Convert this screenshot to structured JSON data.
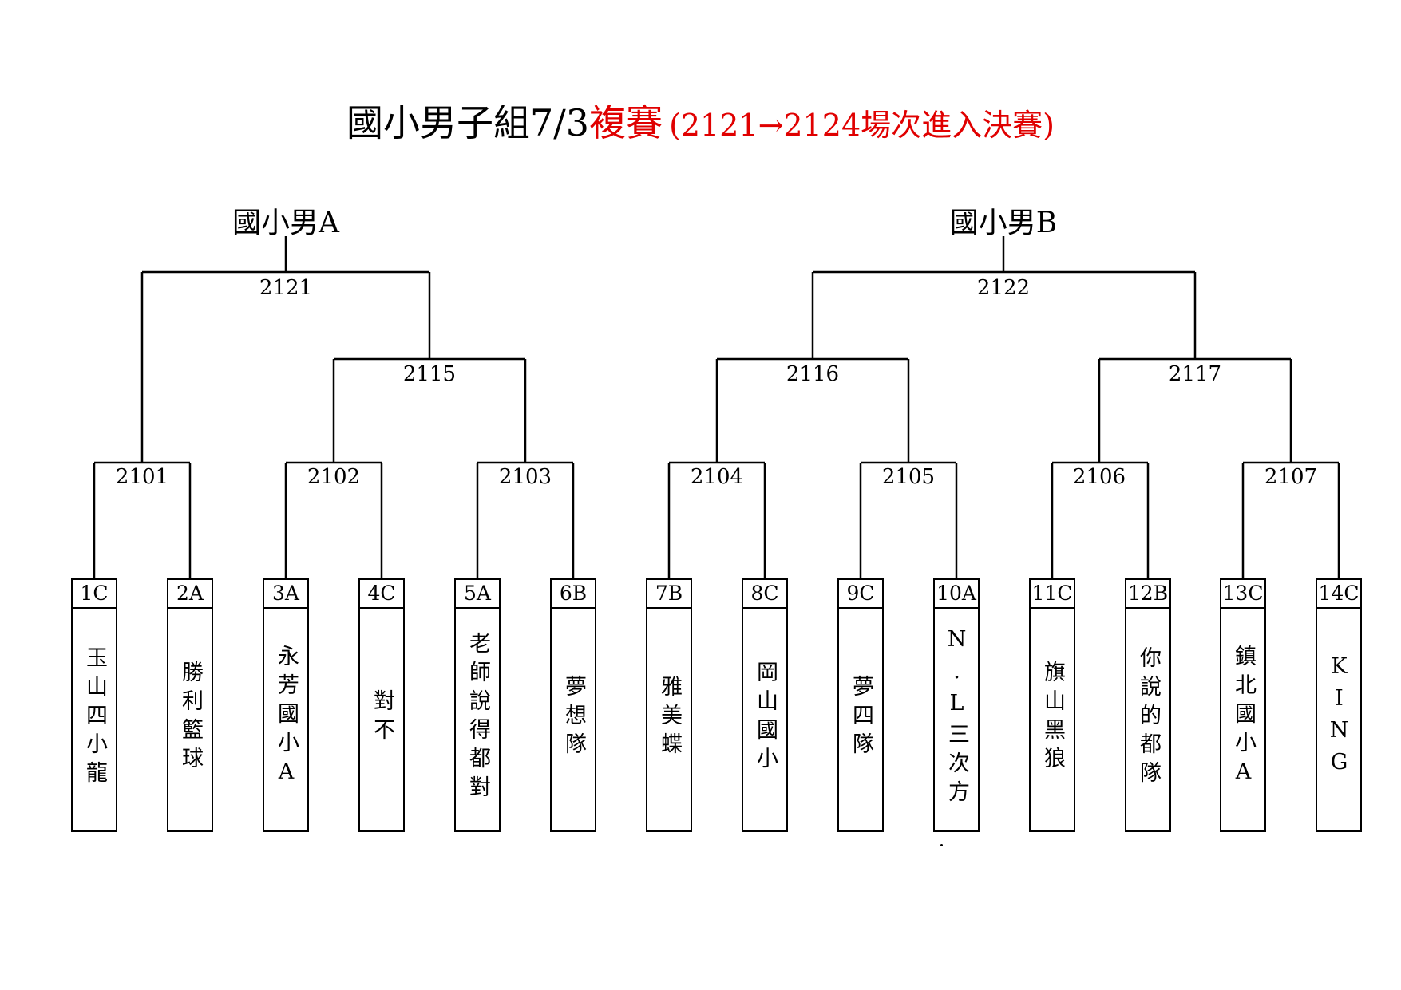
{
  "title": {
    "main": "國小男子組7/3",
    "red": "複賽",
    "note": "(2121→2124場次進入決賽)",
    "red_color": "#e00000"
  },
  "groups": [
    {
      "label": "國小男A"
    },
    {
      "label": "國小男B"
    }
  ],
  "matches": [
    "2101",
    "2102",
    "2103",
    "2104",
    "2105",
    "2106",
    "2107",
    "2115",
    "2116",
    "2117",
    "2121",
    "2122"
  ],
  "teams": [
    {
      "code": "1C",
      "name": "玉山四小龍"
    },
    {
      "code": "2A",
      "name": "勝利籃球"
    },
    {
      "code": "3A",
      "name": "永芳國小A"
    },
    {
      "code": "4C",
      "name": "對不"
    },
    {
      "code": "5A",
      "name": "老師說得都對"
    },
    {
      "code": "6B",
      "name": "夢想隊"
    },
    {
      "code": "7B",
      "name": "雅美蝶"
    },
    {
      "code": "8C",
      "name": "岡山國小"
    },
    {
      "code": "9C",
      "name": "夢四隊"
    },
    {
      "code": "10A",
      "name": "N.L三次方"
    },
    {
      "code": "11C",
      "name": "旗山黑狼"
    },
    {
      "code": "12B",
      "name": "你說的都隊"
    },
    {
      "code": "13C",
      "name": "鎮北國小A"
    },
    {
      "code": "14C",
      "name": "KING"
    }
  ]
}
